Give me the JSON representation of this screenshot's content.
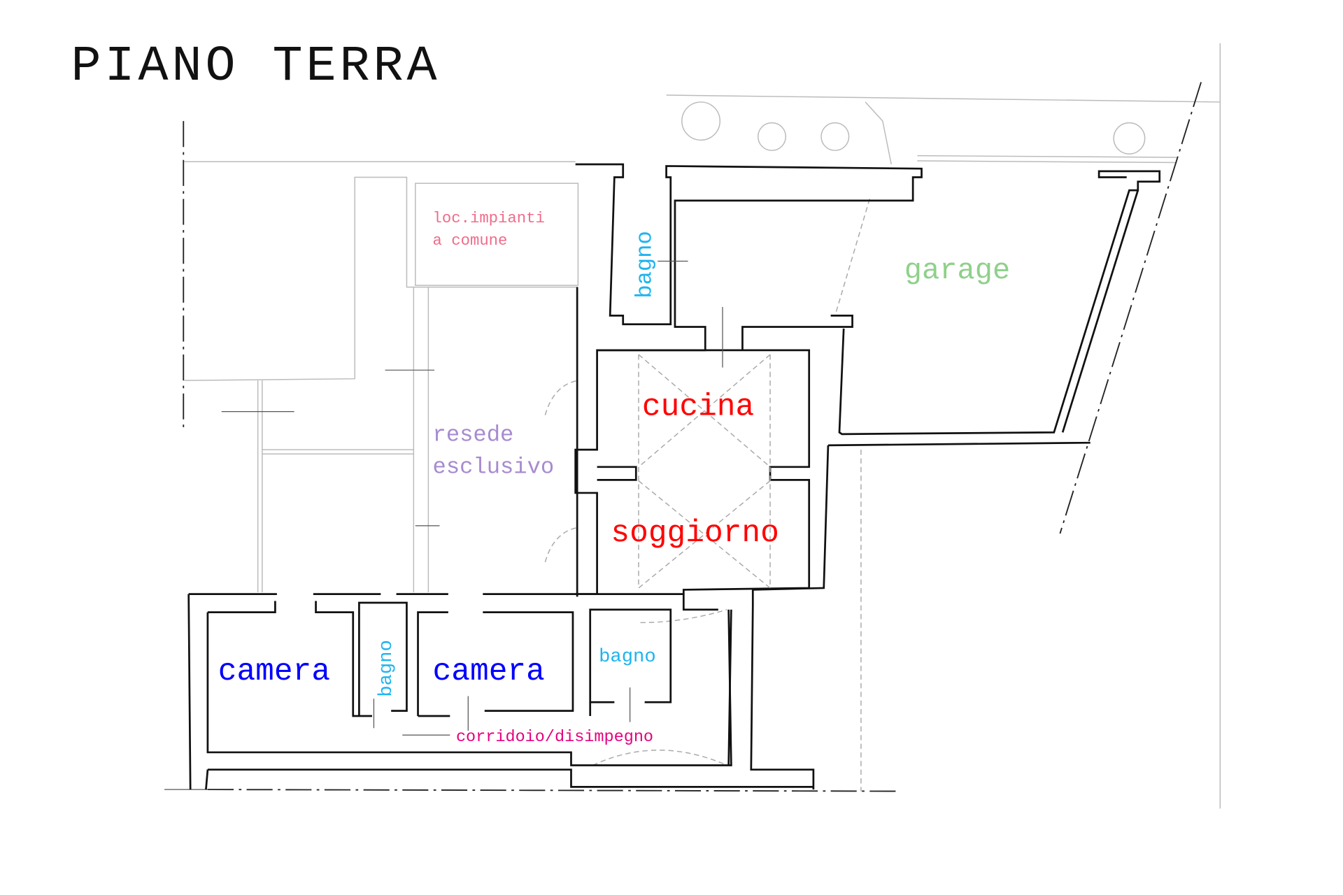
{
  "title": "PIANO TERRA",
  "rooms": {
    "loc_impianti_line1": "loc.impianti",
    "loc_impianti_line2": "a comune",
    "bagno_top": "bagno",
    "garage": "garage",
    "cucina": "cucina",
    "resede_line1": "resede",
    "resede_line2": "esclusivo",
    "soggiorno": "soggiorno",
    "camera_left": "camera",
    "bagno_small": "bagno",
    "camera_right": "camera",
    "bagno_right": "bagno",
    "corridoio": "corridoio/disimpegno"
  },
  "colors": {
    "loc_impianti": "#f06b8a",
    "bagno": "#1eb4f0",
    "garage": "#8fd08a",
    "cucina": "#ff0000",
    "resede": "#a78bd0",
    "camera": "#0000ff",
    "corridoio": "#e6007e"
  }
}
